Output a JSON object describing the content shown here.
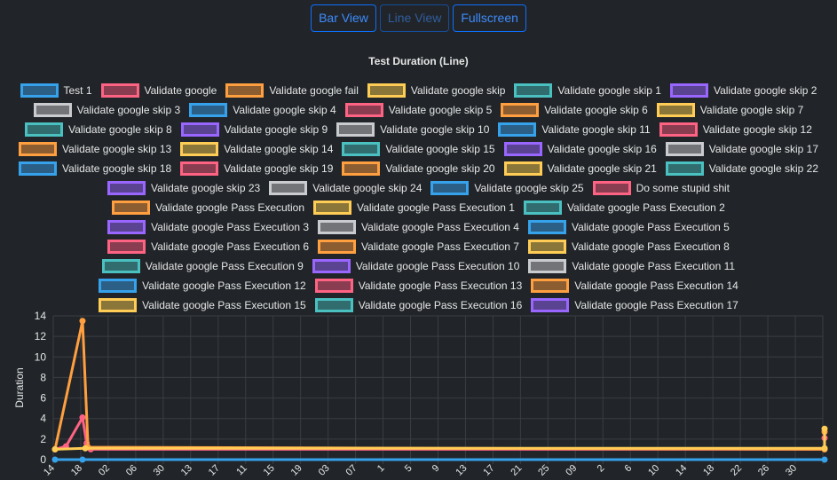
{
  "toolbar": {
    "bar_view_label": "Bar View",
    "line_view_label": "Line View",
    "fullscreen_label": "Fullscreen"
  },
  "colors": {
    "palette": [
      {
        "border": "#36a2eb",
        "fill": "#2c5f86"
      },
      {
        "border": "#ff6384",
        "fill": "#8a3d50"
      },
      {
        "border": "#ff9f40",
        "fill": "#8b5d30"
      },
      {
        "border": "#ffcd56",
        "fill": "#8b7639"
      },
      {
        "border": "#4bc0c0",
        "fill": "#316c6e"
      },
      {
        "border": "#9966ff",
        "fill": "#5a4390"
      },
      {
        "border": "#c9cbcf",
        "fill": "#727478"
      }
    ],
    "grid": "#3a3d42",
    "tick": "#e6e6e6"
  },
  "chart_data": {
    "type": "line",
    "title": "Test Duration (Line)",
    "ylabel": "Duration",
    "xlabel": "",
    "ylim": [
      0,
      14
    ],
    "yticks": [
      0,
      2,
      4,
      6,
      8,
      10,
      12,
      14
    ],
    "grid": true,
    "legend_position": "top",
    "x_tick_labels": [
      "14",
      "18",
      "02",
      "06",
      "30",
      "13",
      "17",
      "11",
      "15",
      "19",
      "03",
      "07",
      "1",
      "5",
      "9",
      "13",
      "17",
      "21",
      "25",
      "09",
      "2",
      "6",
      "10",
      "14",
      "18",
      "22",
      "26",
      "30"
    ],
    "legend_rows": [
      [
        "Test 1",
        "Validate google",
        "Validate google fail",
        "Validate google skip",
        "Validate google skip 1",
        "Validate google skip 2"
      ],
      [
        "Validate google skip 3",
        "Validate google skip 4",
        "Validate google skip 5",
        "Validate google skip 6",
        "Validate google skip 7"
      ],
      [
        "Validate google skip 8",
        "Validate google skip 9",
        "Validate google skip 10",
        "Validate google skip 11",
        "Validate google skip 12"
      ],
      [
        "Validate google skip 13",
        "Validate google skip 14",
        "Validate google skip 15",
        "Validate google skip 16",
        "Validate google skip 17"
      ],
      [
        "Validate google skip 18",
        "Validate google skip 19",
        "Validate google skip 20",
        "Validate google skip 21",
        "Validate google skip 22"
      ],
      [
        "Validate google skip 23",
        "Validate google skip 24",
        "Validate google skip 25",
        "Do some stupid shit"
      ],
      [
        "Validate google Pass Execution",
        "Validate google Pass Execution 1",
        "Validate google Pass Execution 2"
      ],
      [
        "Validate google Pass Execution 3",
        "Validate google Pass Execution 4",
        "Validate google Pass Execution 5"
      ],
      [
        "Validate google Pass Execution 6",
        "Validate google Pass Execution 7",
        "Validate google Pass Execution 8"
      ],
      [
        "Validate google Pass Execution 9",
        "Validate google Pass Execution 10",
        "Validate google Pass Execution 11"
      ],
      [
        "Validate google Pass Execution 12",
        "Validate google Pass Execution 13",
        "Validate google Pass Execution 14"
      ],
      [
        "Validate google Pass Execution 15",
        "Validate google Pass Execution 16",
        "Validate google Pass Execution 17"
      ]
    ],
    "series": [
      {
        "name": "Test 1",
        "color": "#36a2eb",
        "points": [
          [
            0,
            0
          ],
          [
            1,
            0
          ],
          [
            28,
            0
          ]
        ]
      },
      {
        "name": "Validate google",
        "color": "#ff6384",
        "points": [
          [
            0,
            1.0
          ],
          [
            0.4,
            1.3
          ],
          [
            1,
            4.1
          ],
          [
            1.15,
            1.6
          ],
          [
            1.3,
            1.0
          ],
          [
            28,
            1.0
          ],
          [
            28,
            2.1
          ]
        ]
      },
      {
        "name": "Validate google fail",
        "color": "#ff9f40",
        "points": [
          [
            0,
            1.0
          ],
          [
            1,
            13.5
          ],
          [
            1.2,
            1.2
          ],
          [
            28,
            1.0
          ],
          [
            28,
            2.7
          ]
        ]
      },
      {
        "name": "Validate google skip",
        "color": "#ffcd56",
        "points": [
          [
            0,
            1.0
          ],
          [
            1.1,
            1.1
          ],
          [
            28,
            1.1
          ],
          [
            28,
            3.0
          ]
        ]
      }
    ]
  }
}
